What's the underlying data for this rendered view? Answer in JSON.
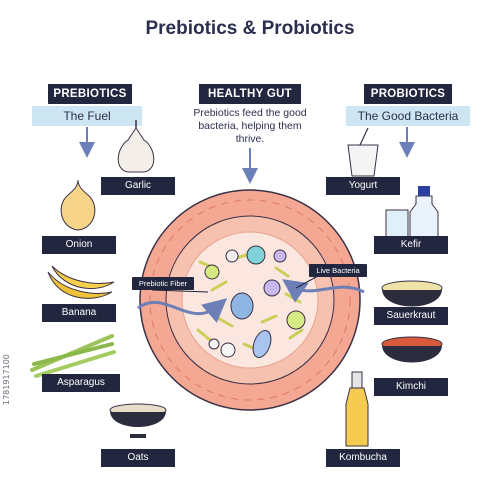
{
  "title": "Prebiotics & Probiotics",
  "prebiotics": {
    "header": "PREBIOTICS",
    "subtitle": "The Fuel"
  },
  "healthy_gut": {
    "header": "HEALTHY GUT",
    "text": "Prebiotics feed the good bacteria, helping them thrive."
  },
  "probiotics": {
    "header": "PROBIOTICS",
    "subtitle": "The Good Bacteria"
  },
  "prebiotic_foods": [
    "Garlic",
    "Onion",
    "Banana",
    "Asparagus",
    "Oats"
  ],
  "probiotic_foods": [
    "Yogurt",
    "Kefir",
    "Sauerkraut",
    "Kimchi",
    "Kombucha"
  ],
  "gut_labels": {
    "prebiotic_fiber": "Prebiotic Fiber",
    "live_bacteria": "Live Bacteria"
  },
  "watermark": "1781917100",
  "colors": {
    "dark_navy": "#23263f",
    "light_blue": "#cde6f1",
    "gut_pink": "#f4a893",
    "gut_center": "#fbe7df",
    "arrow_blue": "#6c7fb7",
    "fiber_green": "#c9cf58"
  }
}
